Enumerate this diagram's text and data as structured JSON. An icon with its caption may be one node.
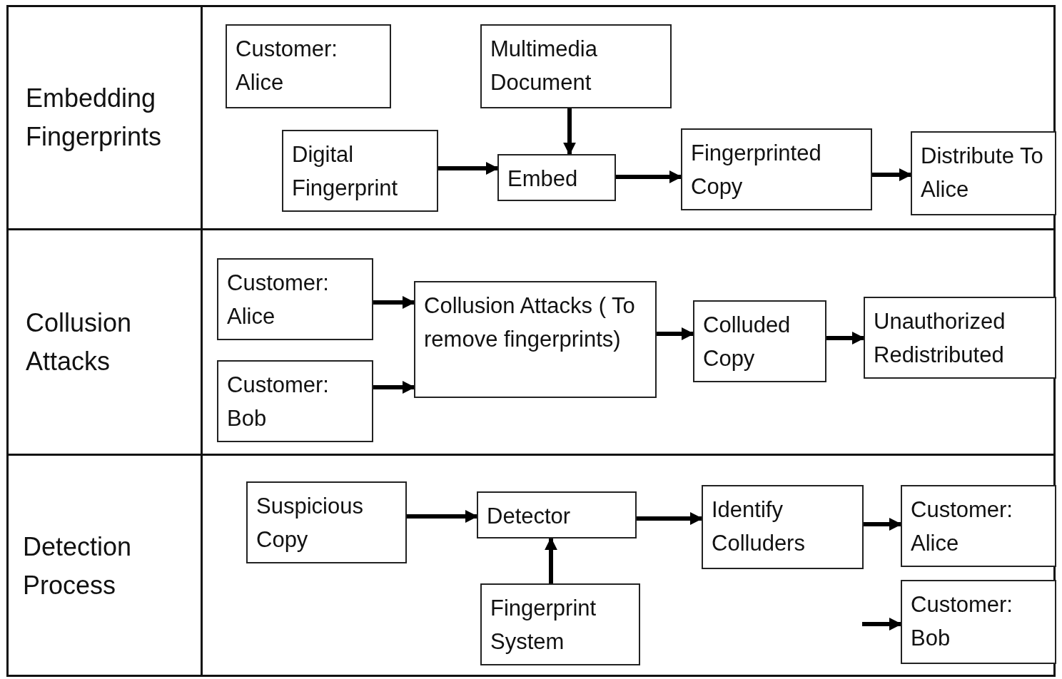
{
  "diagram": {
    "nodes": [
      {
        "text": [
          "Embedding Fingerprints"
        ]
      },
      {
        "text": [
          "Customer: Alice"
        ]
      },
      {
        "text": [
          "Multimedia Document"
        ]
      },
      {
        "text": [
          "Digital Fingerprint"
        ]
      },
      {
        "text": [
          "Embed"
        ]
      },
      {
        "text": [
          "Fingerprinted Copy"
        ]
      },
      {
        "text": [
          "Distribute To Alice"
        ]
      },
      {
        "text": [
          "Collusion Attacks"
        ]
      },
      {
        "text": [
          "Customer: Alice"
        ]
      },
      {
        "text": [
          "Customer: Bob"
        ]
      },
      {
        "text": [
          "Collusion Attacks ( To remove fingerprints)"
        ]
      },
      {
        "text": [
          "Colluded Copy"
        ]
      },
      {
        "text": [
          "Unauthorized Redistributed"
        ]
      },
      {
        "text": [
          "Detection Process"
        ]
      },
      {
        "text": [
          "Suspicious Copy"
        ]
      },
      {
        "text": [
          "Detector"
        ]
      },
      {
        "text": [
          "Fingerprint System"
        ]
      },
      {
        "text": [
          "Identify Colluders"
        ]
      },
      {
        "text": [
          "Customer: Alice"
        ]
      },
      {
        "text": [
          "Customer: Bob"
        ]
      }
    ],
    "edges": [
      {
        "from": 2,
        "to": 4,
        "arrow": "to"
      },
      {
        "from": 3,
        "to": 4,
        "arrow": "to"
      },
      {
        "from": 4,
        "to": 5,
        "arrow": "to"
      },
      {
        "from": 5,
        "to": 6,
        "arrow": "to"
      },
      {
        "from": 8,
        "to": 10,
        "arrow": "to"
      },
      {
        "from": 9,
        "to": 10,
        "arrow": "to"
      },
      {
        "from": 10,
        "to": 11,
        "arrow": "to"
      },
      {
        "from": 11,
        "to": 12,
        "arrow": "to"
      },
      {
        "from": 14,
        "to": 15,
        "arrow": "to"
      },
      {
        "from": 16,
        "to": 15,
        "arrow": "to"
      },
      {
        "from": 15,
        "to": 17,
        "arrow": "to"
      },
      {
        "from": 17,
        "to": 18,
        "arrow": "to"
      },
      {
        "from": null,
        "to": 19,
        "arrow": "to"
      }
    ]
  }
}
